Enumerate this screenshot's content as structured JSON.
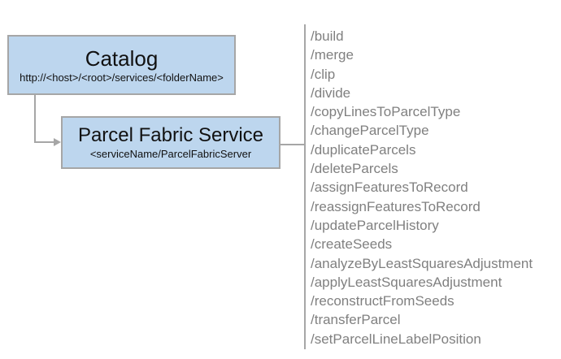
{
  "diagram": {
    "catalog": {
      "title": "Catalog",
      "subtitle": "http://<host>/<root>/services/<folderName>"
    },
    "service": {
      "title": "Parcel Fabric Service",
      "subtitle": "<serviceName/ParcelFabricServer"
    },
    "endpoints": [
      "/build",
      "/merge",
      "/clip",
      "/divide",
      "/copyLinesToParcelType",
      "/changeParcelType",
      "/duplicateParcels",
      "/deleteParcels",
      "/assignFeaturesToRecord",
      "/reassignFeaturesToRecord",
      "/updateParcelHistory",
      "/createSeeds",
      "/analyzeByLeastSquaresAdjustment",
      "/applyLeastSquaresAdjustment",
      "/reconstructFromSeeds",
      "/transferParcel",
      "/setParcelLineLabelPosition"
    ],
    "colors": {
      "box_fill": "#bdd6ee",
      "box_border": "#a6a6a6",
      "connector": "#a6a6a6",
      "endpoint_text": "#808080"
    }
  }
}
